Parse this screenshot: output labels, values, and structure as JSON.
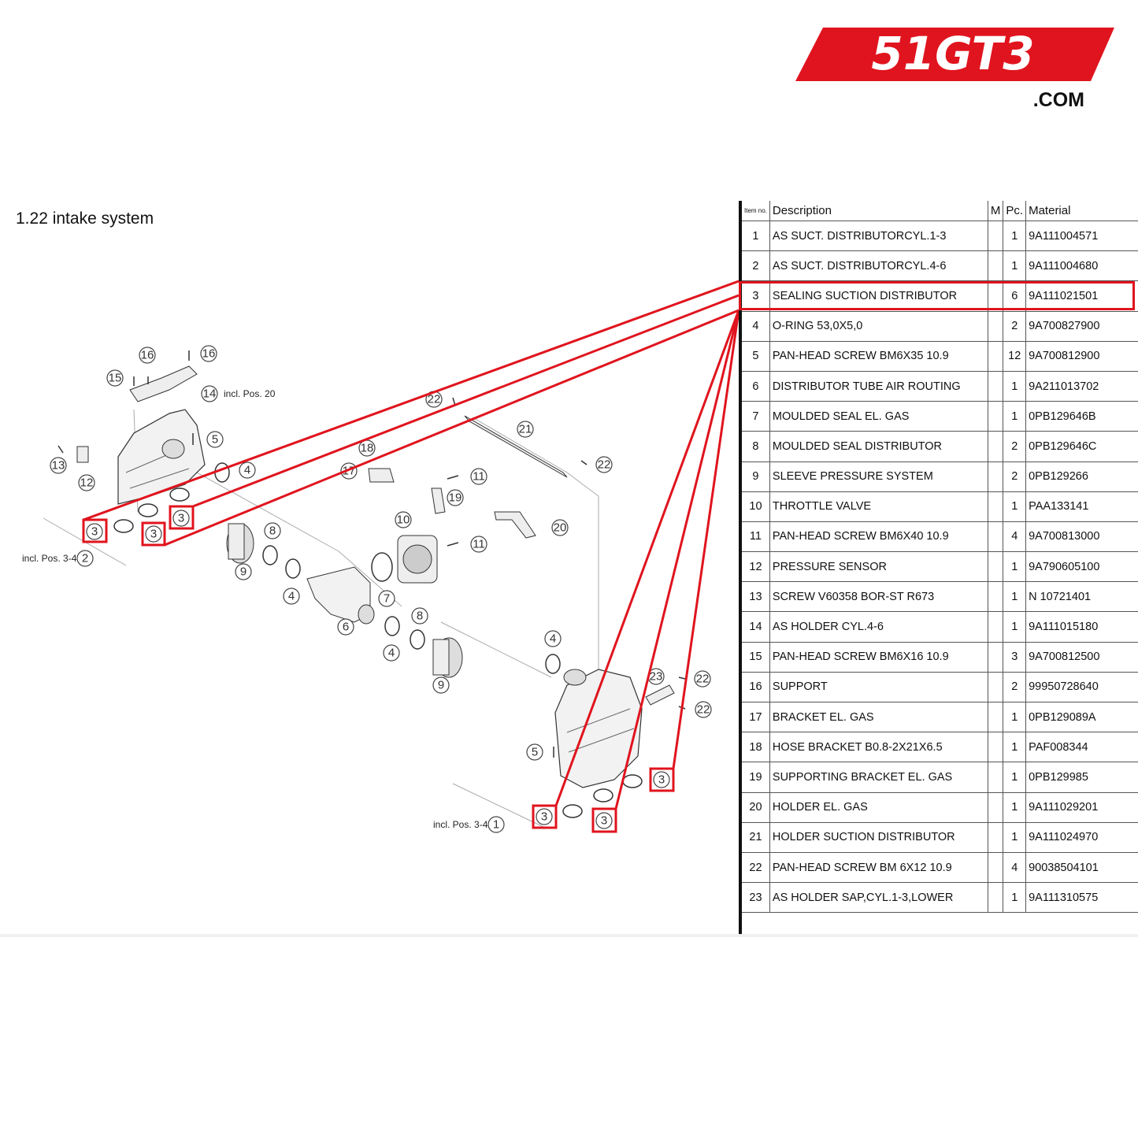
{
  "logo": {
    "text": "51GT3",
    "domain": ".COM",
    "color": "#e0141e"
  },
  "section_title": "1.22  intake system",
  "highlight_color": "#e0141e",
  "callouts": {
    "incl_pos_20": "incl. Pos. 20",
    "incl_pos_3_4_a": "incl. Pos. 3-4",
    "incl_pos_3_4_b": "incl. Pos. 3-4"
  },
  "table": {
    "headers": {
      "item": "Item no.",
      "description": "Description",
      "m": "M",
      "pc": "Pc.",
      "material": "Material"
    },
    "rows": [
      {
        "item": "1",
        "description": "AS SUCT. DISTRIBUTORCYL.1-3",
        "m": "",
        "pc": "1",
        "material": "9A111004571"
      },
      {
        "item": "2",
        "description": "AS SUCT. DISTRIBUTORCYL.4-6",
        "m": "",
        "pc": "1",
        "material": "9A111004680"
      },
      {
        "item": "3",
        "description": "SEALING SUCTION DISTRIBUTOR",
        "m": "",
        "pc": "6",
        "material": "9A111021501"
      },
      {
        "item": "4",
        "description": "O-RING 53,0X5,0",
        "m": "",
        "pc": "2",
        "material": "9A700827900"
      },
      {
        "item": "5",
        "description": "PAN-HEAD SCREW BM6X35 10.9",
        "m": "",
        "pc": "12",
        "material": "9A700812900"
      },
      {
        "item": "6",
        "description": "DISTRIBUTOR TUBE AIR ROUTING",
        "m": "",
        "pc": "1",
        "material": "9A211013702"
      },
      {
        "item": "7",
        "description": "MOULDED SEAL EL. GAS",
        "m": "",
        "pc": "1",
        "material": "0PB129646B"
      },
      {
        "item": "8",
        "description": "MOULDED SEAL DISTRIBUTOR",
        "m": "",
        "pc": "2",
        "material": "0PB129646C"
      },
      {
        "item": "9",
        "description": "SLEEVE PRESSURE SYSTEM",
        "m": "",
        "pc": "2",
        "material": "0PB129266"
      },
      {
        "item": "10",
        "description": "THROTTLE VALVE",
        "m": "",
        "pc": "1",
        "material": "PAA133141"
      },
      {
        "item": "11",
        "description": "PAN-HEAD SCREW BM6X40 10.9",
        "m": "",
        "pc": "4",
        "material": "9A700813000"
      },
      {
        "item": "12",
        "description": "PRESSURE SENSOR",
        "m": "",
        "pc": "1",
        "material": "9A790605100"
      },
      {
        "item": "13",
        "description": "SCREW V60358 BOR-ST R673",
        "m": "",
        "pc": "1",
        "material": "N 10721401"
      },
      {
        "item": "14",
        "description": "AS HOLDER CYL.4-6",
        "m": "",
        "pc": "1",
        "material": "9A111015180"
      },
      {
        "item": "15",
        "description": "PAN-HEAD SCREW BM6X16 10.9",
        "m": "",
        "pc": "3",
        "material": "9A700812500"
      },
      {
        "item": "16",
        "description": "SUPPORT",
        "m": "",
        "pc": "2",
        "material": "99950728640"
      },
      {
        "item": "17",
        "description": "BRACKET EL. GAS",
        "m": "",
        "pc": "1",
        "material": "0PB129089A"
      },
      {
        "item": "18",
        "description": "HOSE BRACKET B0.8-2X21X6.5",
        "m": "",
        "pc": "1",
        "material": "PAF008344"
      },
      {
        "item": "19",
        "description": "SUPPORTING BRACKET EL. GAS",
        "m": "",
        "pc": "1",
        "material": "0PB129985"
      },
      {
        "item": "20",
        "description": "HOLDER EL. GAS",
        "m": "",
        "pc": "1",
        "material": "9A111029201"
      },
      {
        "item": "21",
        "description": "HOLDER SUCTION DISTRIBUTOR",
        "m": "",
        "pc": "1",
        "material": "9A111024970"
      },
      {
        "item": "22",
        "description": "PAN-HEAD SCREW BM 6X12 10.9",
        "m": "",
        "pc": "4",
        "material": "90038504101"
      },
      {
        "item": "23",
        "description": "AS HOLDER SAP,CYL.1-3,LOWER",
        "m": "",
        "pc": "1",
        "material": "9A111310575"
      }
    ]
  },
  "diagram_labels": [
    "1",
    "2",
    "3",
    "3",
    "3",
    "3",
    "3",
    "3",
    "4",
    "4",
    "4",
    "4",
    "5",
    "5",
    "6",
    "7",
    "8",
    "8",
    "9",
    "9",
    "10",
    "11",
    "11",
    "12",
    "13",
    "14",
    "15",
    "16",
    "16",
    "17",
    "18",
    "19",
    "20",
    "21",
    "22",
    "22",
    "22",
    "22",
    "23"
  ]
}
